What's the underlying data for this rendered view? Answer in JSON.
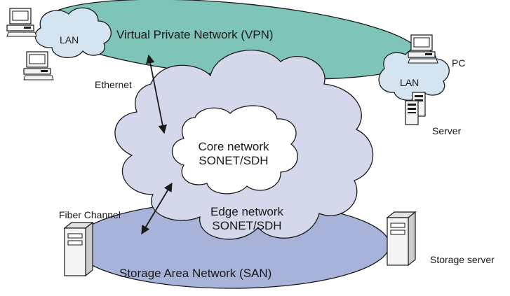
{
  "labels": {
    "vpn": "Virtual Private Network (VPN)",
    "lan_left": "LAN",
    "lan_right": "LAN",
    "pc": "PC",
    "server": "Server",
    "ethernet": "Ethernet",
    "core_line1": "Core network",
    "core_line2": "SONET/SDH",
    "edge_line1": "Edge network",
    "edge_line2": "SONET/SDH",
    "fiber_channel": "Fiber Channel",
    "san": "Storage Area Network (SAN)",
    "storage_server": "Storage server"
  },
  "colors": {
    "vpn_fill": "#7fc4b8",
    "edge_cloud_fill": "#d4d8ea",
    "lan_cloud_fill": "#d4e4f1",
    "core_cloud_fill": "#ffffff",
    "san_fill": "#a7b3d8",
    "outline": "#1a1a1a",
    "device_fill": "#f4f4f4"
  },
  "icons": [
    "desktop-pc-icon",
    "tower-server-icon",
    "double-headed-arrow-icon"
  ]
}
